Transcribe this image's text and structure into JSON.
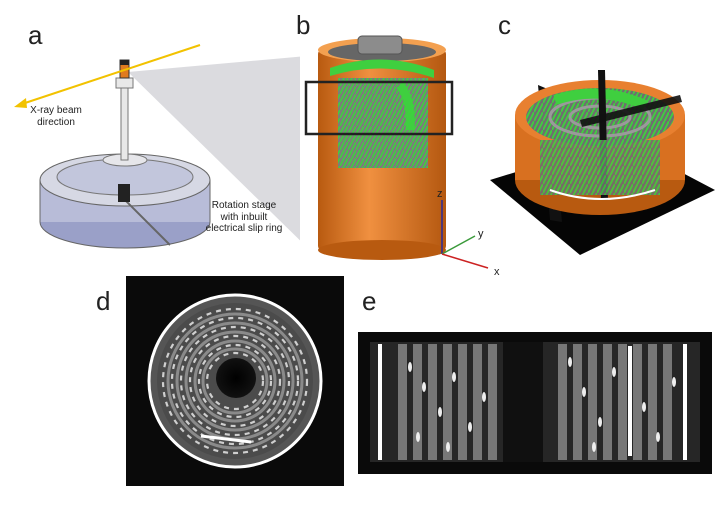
{
  "figure": {
    "panels": {
      "a": "a",
      "b": "b",
      "c": "c",
      "d": "d",
      "e": "e"
    },
    "annotations": {
      "beam_line1": "X-ray beam",
      "beam_line2": "direction",
      "stage_line1": "Rotation stage",
      "stage_line2": "with inbuilt",
      "stage_line3": "electrical slip ring"
    },
    "axes": {
      "z": "z",
      "y": "y",
      "x": "x"
    },
    "colors": {
      "beam": "#f2c200",
      "casing": "#e07b1f",
      "electrode": "#3fcf3f",
      "frame": "#222222"
    }
  }
}
